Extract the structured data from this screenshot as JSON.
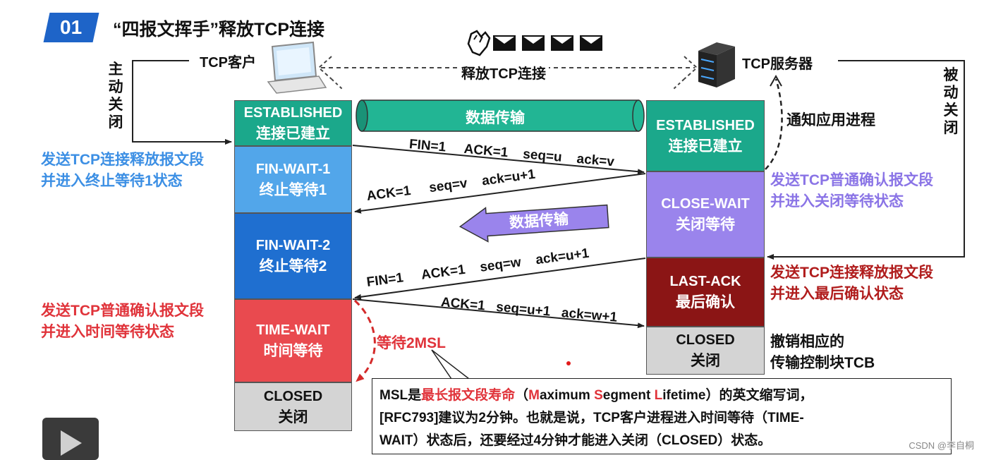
{
  "header": {
    "badge": "01",
    "title": "“四报文挥手”释放TCP连接"
  },
  "parties": {
    "client": "TCP客户",
    "server": "TCP服务器",
    "release_label": "释放TCP连接"
  },
  "sides": {
    "active_close": "主动关闭",
    "passive_close": "被动关闭"
  },
  "client_states": [
    {
      "en": "ESTABLISHED",
      "zh": "连接已建立",
      "color": "#1ba88b"
    },
    {
      "en": "FIN-WAIT-1",
      "zh": "终止等待1",
      "color": "#52a6ea"
    },
    {
      "en": "FIN-WAIT-2",
      "zh": "终止等待2",
      "color": "#1f6fd0"
    },
    {
      "en": "TIME-WAIT",
      "zh": "时间等待",
      "color": "#e94a4f"
    },
    {
      "en": "CLOSED",
      "zh": "关闭",
      "color": "#d4d4d4"
    }
  ],
  "server_states": [
    {
      "en": "ESTABLISHED",
      "zh": "连接已建立",
      "color": "#1ba88b"
    },
    {
      "en": "CLOSE-WAIT",
      "zh": "关闭等待",
      "color": "#9a84ec"
    },
    {
      "en": "LAST-ACK",
      "zh": "最后确认",
      "color": "#8b1515"
    },
    {
      "en": "CLOSED",
      "zh": "关闭",
      "color": "#d4d4d4"
    }
  ],
  "data_transfer": {
    "top": "数据传输",
    "middle": "数据传输"
  },
  "messages": {
    "fin1": [
      "FIN=1",
      "ACK=1",
      "seq=u",
      "ack=v"
    ],
    "ack1": [
      "ACK=1",
      "seq=v",
      "ack=u+1"
    ],
    "fin2": [
      "FIN=1",
      "ACK=1",
      "seq=w",
      "ack=u+1"
    ],
    "ack2": [
      "ACK=1",
      "seq=u+1",
      "ack=w+1"
    ]
  },
  "notes": {
    "client_fin": [
      "发送TCP连接释放报文段",
      "并进入终止等待1状态"
    ],
    "client_ack": [
      "发送TCP普通确认报文段",
      "并进入时间等待状态"
    ],
    "server_ack": [
      "发送TCP普通确认报文段",
      "并进入关闭等待状态"
    ],
    "server_fin": [
      "发送TCP连接释放报文段",
      "并进入最后确认状态"
    ],
    "server_closed": [
      "撤销相应的",
      "传输控制块TCB"
    ],
    "notify_app": "通知应用进程",
    "wait_2msl": "等待2MSL"
  },
  "msl_note": {
    "p1": "MSL是",
    "p2": "最长报文段寿命",
    "p3": "（",
    "p4": "M",
    "p5": "aximum ",
    "p6": "S",
    "p7": "egment ",
    "p8": "L",
    "p9": "ifetime）的英文缩写词，",
    "line2": "[RFC793]建议为2分钟。也就是说，TCP客户进程进入时间等待（TIME-",
    "line3": "WAIT）状态后，还要经过4分钟才能进入关闭（CLOSED）状态。"
  },
  "watermark": "CSDN @李自桐"
}
